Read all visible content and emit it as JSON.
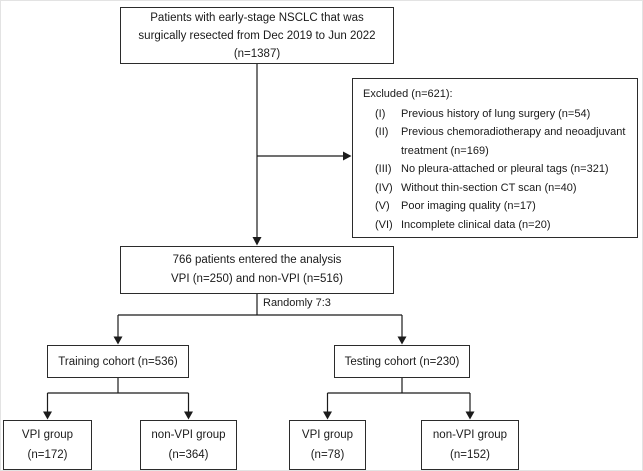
{
  "figure": {
    "background_color": "#ffffff",
    "line_color": "#1b1b1b",
    "nodes": {
      "initial": {
        "lines": [
          "Patients with early-stage NSCLC that was",
          "surgically resected from Dec 2019 to Jun 2022",
          "(n=1387)"
        ]
      },
      "excluded": {
        "title": "Excluded (n=621):",
        "items": [
          {
            "numeral": "(I)",
            "text": "Previous history of lung surgery (n=54)"
          },
          {
            "numeral": "(II)",
            "text": "Previous chemoradiotherapy and neoadjuvant treatment (n=169)"
          },
          {
            "numeral": "(III)",
            "text": "No pleura-attached or pleural tags (n=321)"
          },
          {
            "numeral": "(IV)",
            "text": "Without thin-section CT scan (n=40)"
          },
          {
            "numeral": "(V)",
            "text": "Poor imaging quality (n=17)"
          },
          {
            "numeral": "(VI)",
            "text": "Incomplete clinical data (n=20)"
          }
        ]
      },
      "analysis": {
        "lines": [
          "766 patients entered the analysis",
          "VPI (n=250) and non-VPI (n=516)"
        ]
      },
      "split_label": "Randomly 7:3",
      "training": {
        "label": "Training cohort (n=536)"
      },
      "testing": {
        "label": "Testing cohort (n=230)"
      },
      "training_vpi": {
        "lines": [
          "VPI group",
          "(n=172)"
        ]
      },
      "training_nonvpi": {
        "lines": [
          "non-VPI group",
          "(n=364)"
        ]
      },
      "testing_vpi": {
        "lines": [
          "VPI group",
          "(n=78)"
        ]
      },
      "testing_nonvpi": {
        "lines": [
          "non-VPI group",
          "(n=152)"
        ]
      }
    }
  }
}
